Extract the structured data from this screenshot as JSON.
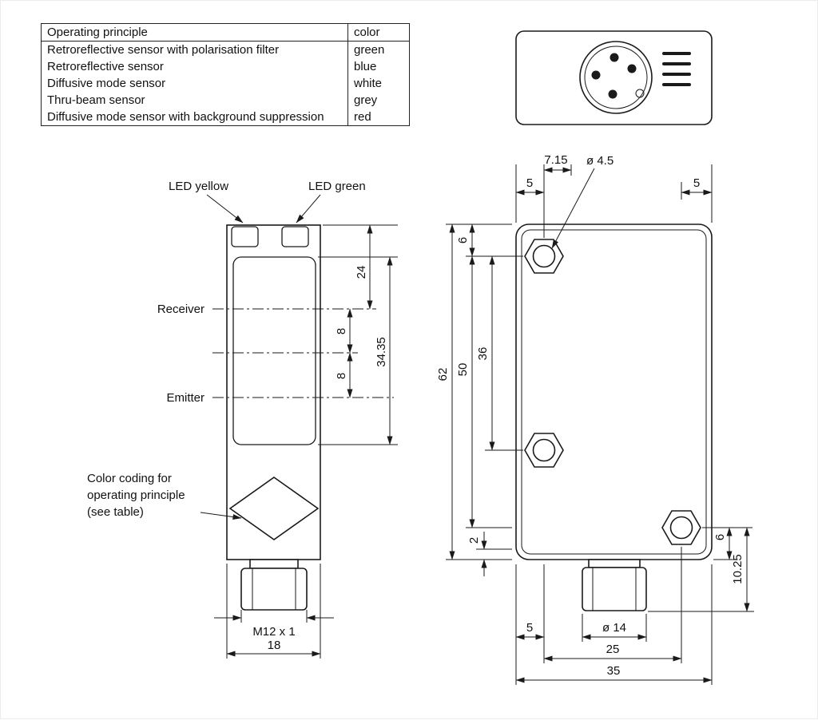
{
  "table": {
    "header": {
      "principle": "Operating principle",
      "color": "color"
    },
    "rows": [
      {
        "principle": "Retroreflective sensor with polarisation filter",
        "color": "green"
      },
      {
        "principle": "Retroreflective sensor",
        "color": "blue"
      },
      {
        "principle": "Diffusive mode sensor",
        "color": "white"
      },
      {
        "principle": "Thru-beam sensor",
        "color": "grey"
      },
      {
        "principle": "Diffusive mode sensor with background suppression",
        "color": "red"
      }
    ]
  },
  "front_view": {
    "labels": {
      "led_yellow": "LED yellow",
      "led_green": "LED green",
      "receiver": "Receiver",
      "emitter": "Emitter",
      "color_coding": [
        "Color coding for",
        "operating principle",
        "(see table)"
      ]
    },
    "dims": {
      "height_24": "24",
      "gap8a": "8",
      "gap8b": "8",
      "lens": "34.35",
      "thread": "M12 x 1",
      "width": "18"
    }
  },
  "side_view": {
    "dims": {
      "hole_offset": "7.15",
      "hole_dia": "ø 4.5",
      "top_left_5": "5",
      "top_right_5": "5",
      "top_6": "6",
      "holes_36": "36",
      "holes_50": "50",
      "height_62": "62",
      "bottom_2": "2",
      "right_6": "6",
      "right_10_25": "10.25",
      "bottom_5": "5",
      "conn_dia": "ø 14",
      "width_25": "25",
      "width_35": "35"
    }
  },
  "colors": {
    "line": "#1a1a1a",
    "background": "#ffffff"
  }
}
